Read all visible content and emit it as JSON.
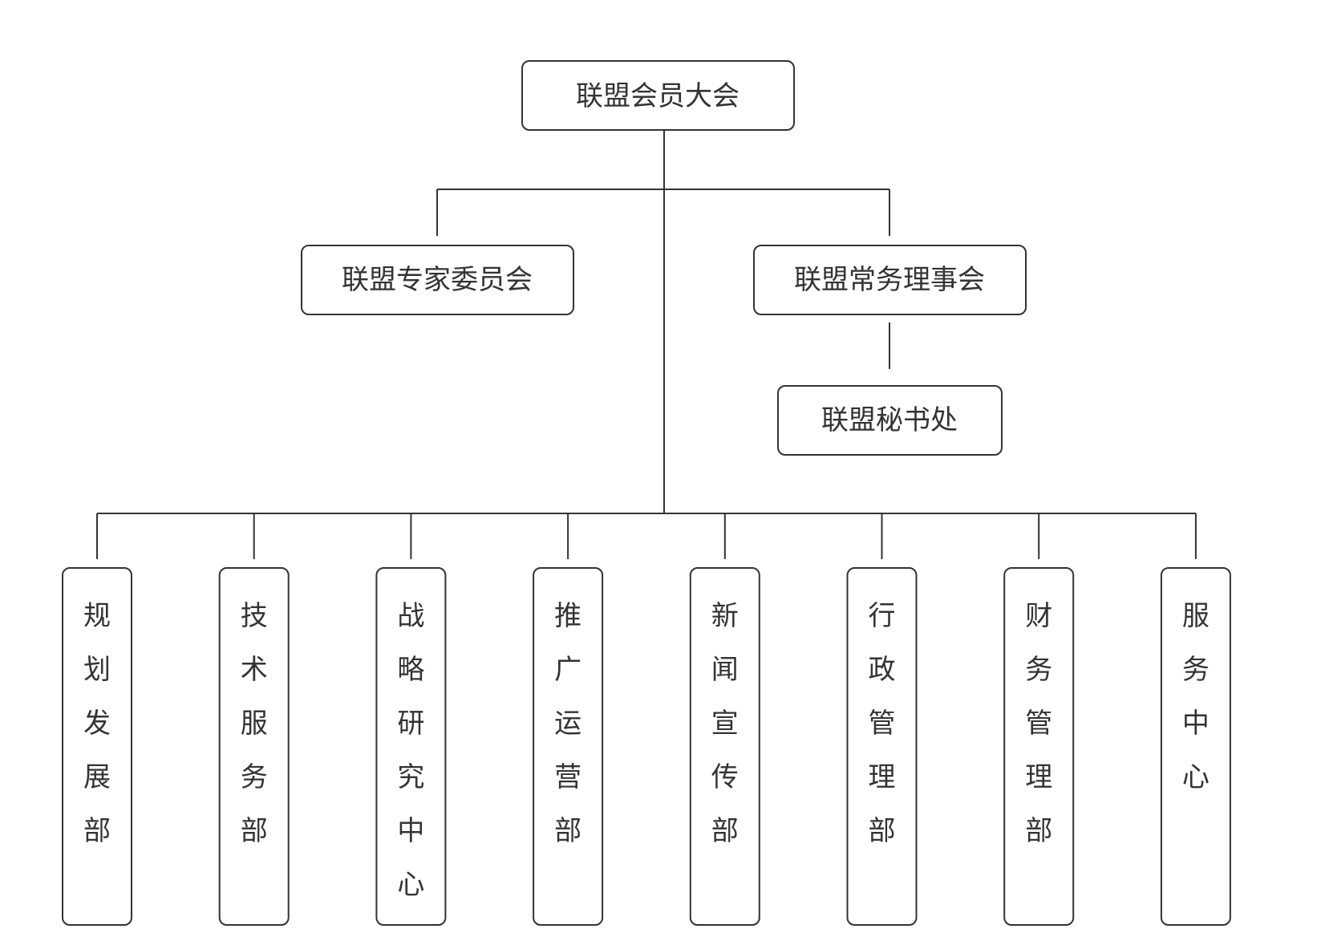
{
  "diagram": {
    "root": {
      "label": "联盟会员大会"
    },
    "committees": [
      {
        "id": "expert",
        "label": "联盟专家委员会"
      },
      {
        "id": "council",
        "label": "联盟常务理事会"
      }
    ],
    "secretariat": {
      "label": "联盟秘书处"
    },
    "departments": [
      {
        "label": "规划发展部"
      },
      {
        "label": "技术服务部"
      },
      {
        "label": "战略研究中心"
      },
      {
        "label": "推广运营部"
      },
      {
        "label": "新闻宣传部"
      },
      {
        "label": "行政管理部"
      },
      {
        "label": "财务管理部"
      },
      {
        "label": "服务中心"
      }
    ],
    "colors": {
      "stroke": "#333333",
      "text": "#333333",
      "background": "#ffffff"
    }
  }
}
